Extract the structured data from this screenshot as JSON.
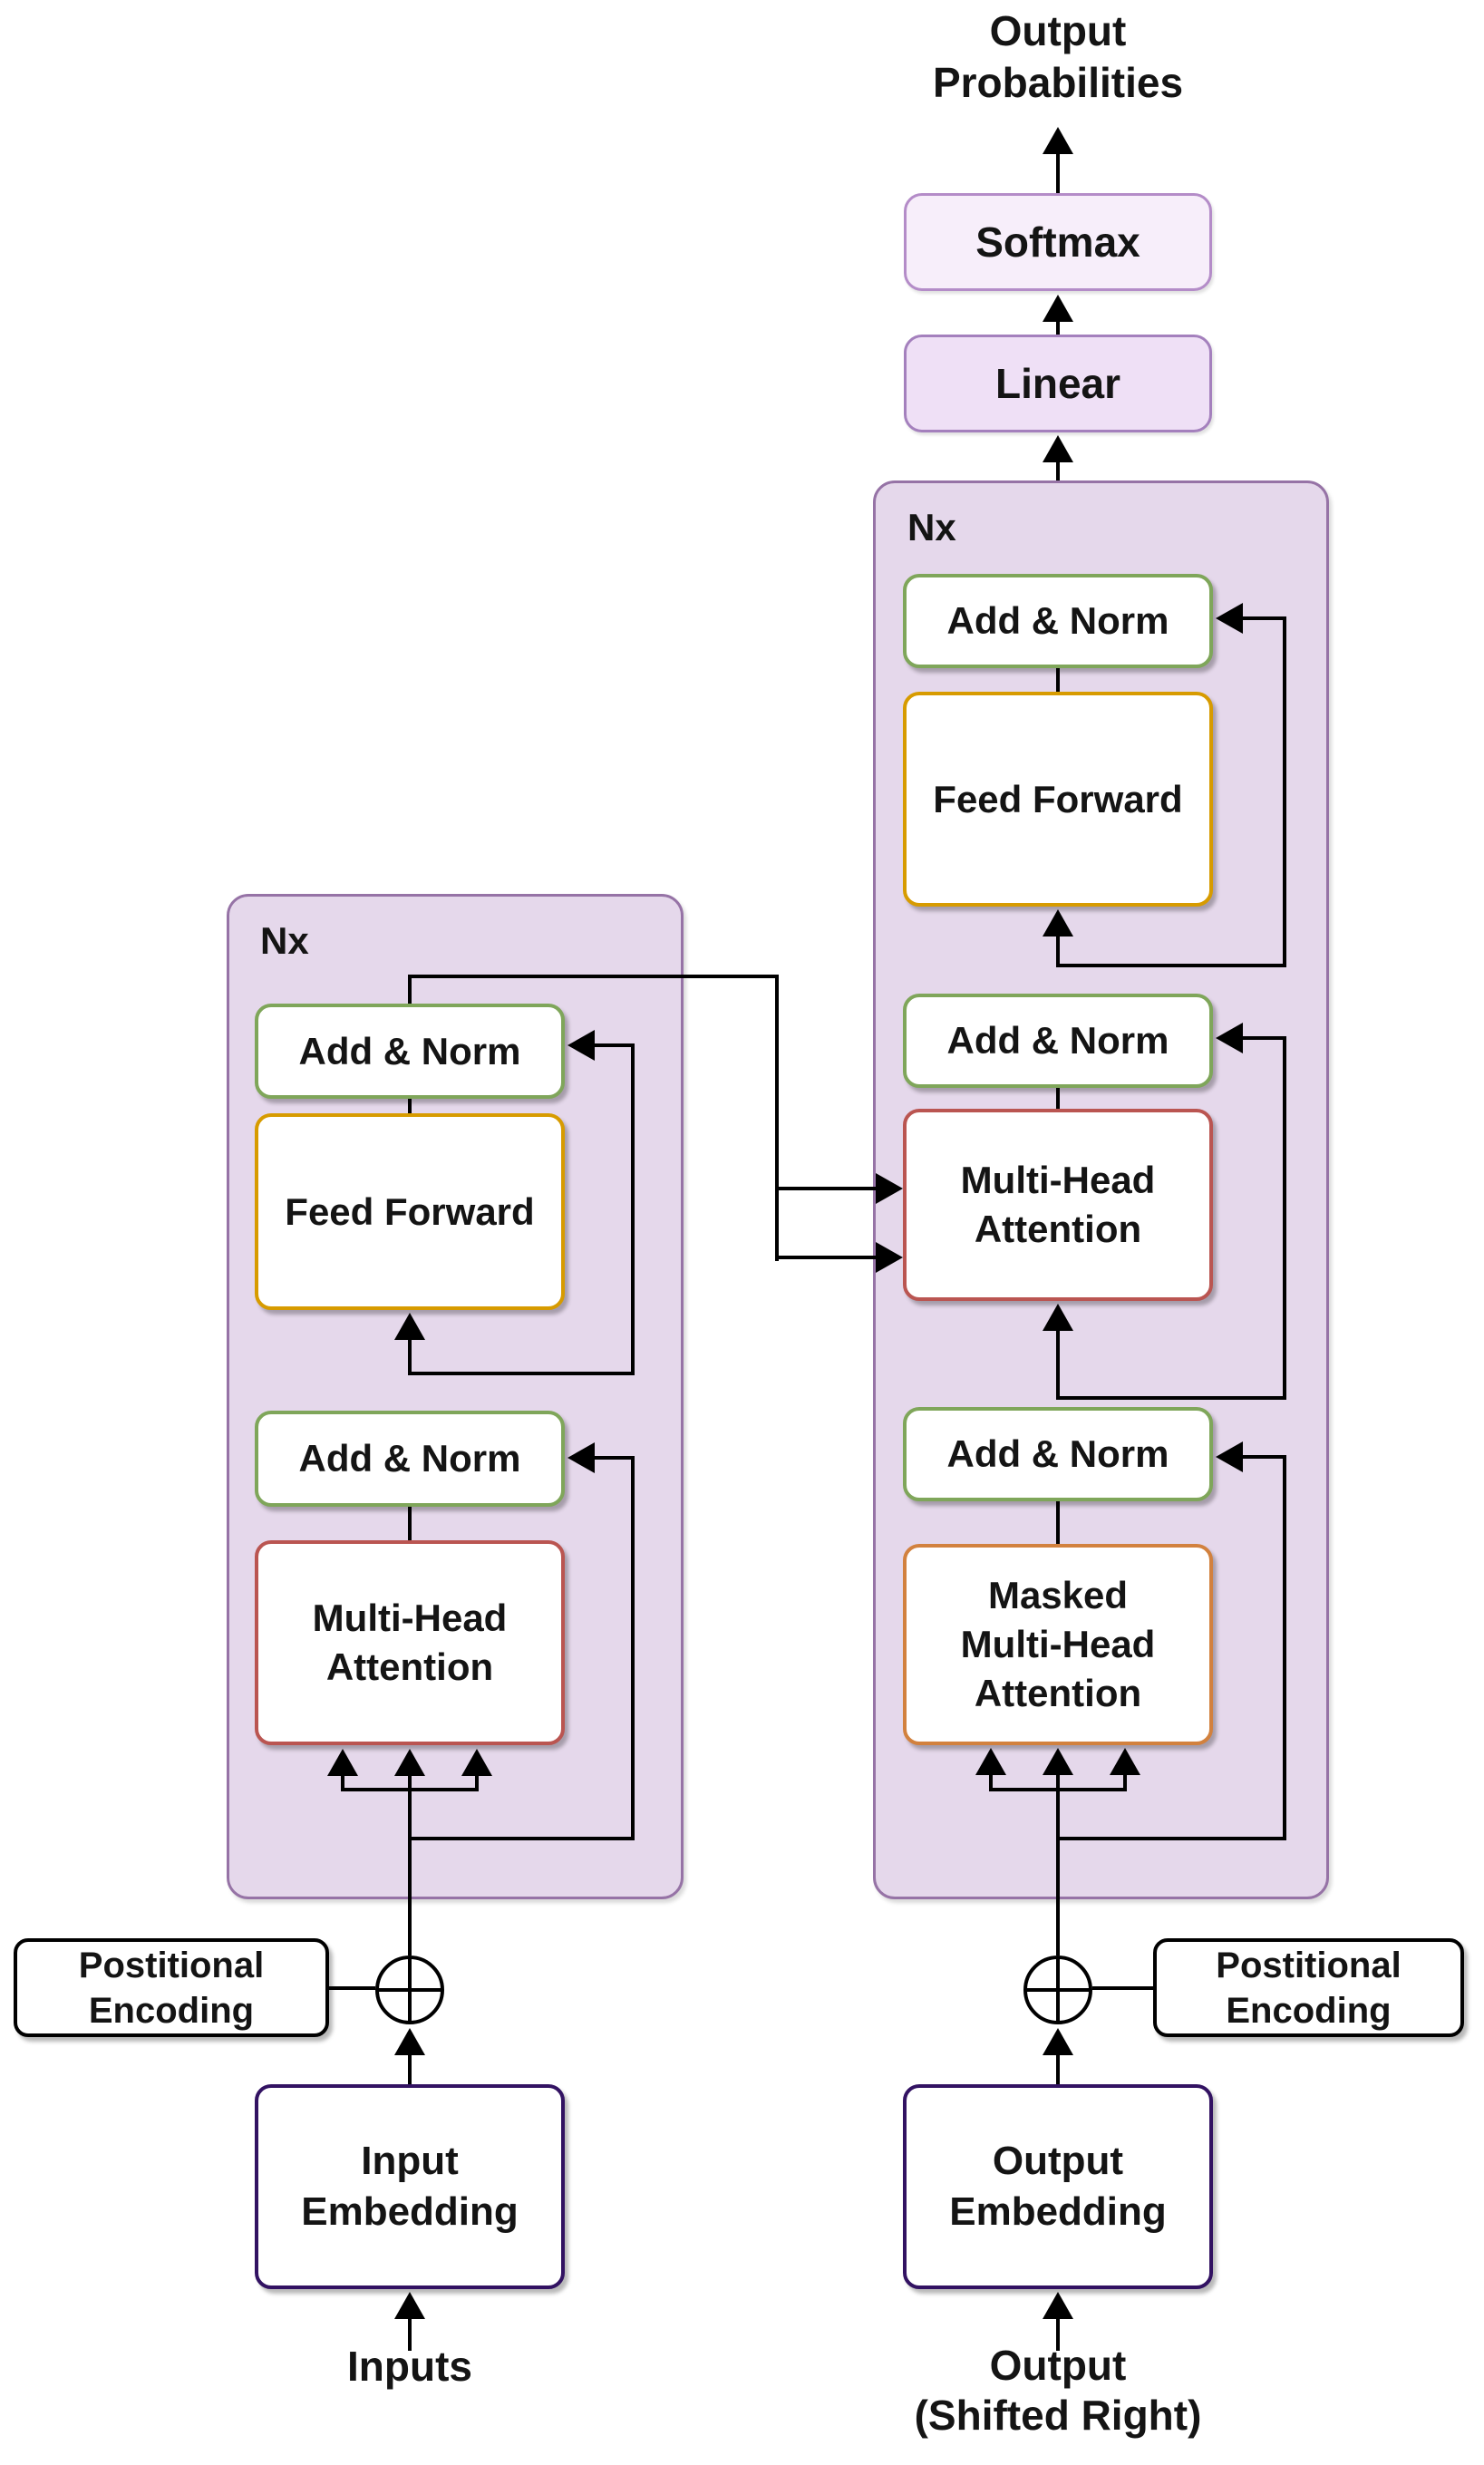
{
  "diagram": {
    "output_probabilities_label": "Output\nProbabilities",
    "softmax_label": "Softmax",
    "linear_label": "Linear",
    "decoder": {
      "nx_label": "Nx",
      "add_norm_top_label": "Add & Norm",
      "feed_forward_label": "Feed Forward",
      "add_norm_middle_label": "Add & Norm",
      "multi_head_attention_label": "Multi-Head\nAttention",
      "add_norm_bottom_label": "Add & Norm",
      "masked_multi_head_attention_label": "Masked\nMulti-Head\nAttention"
    },
    "encoder": {
      "nx_label": "Nx",
      "add_norm_top_label": "Add & Norm",
      "feed_forward_label": "Feed Forward",
      "add_norm_bottom_label": "Add & Norm",
      "multi_head_attention_label": "Multi-Head\nAttention"
    },
    "positional_encoding_left_label": "Postitional\nEncoding",
    "positional_encoding_right_label": "Postitional\nEncoding",
    "input_embedding_label": "Input\nEmbedding",
    "output_embedding_label": "Output\nEmbedding",
    "inputs_label": "Inputs",
    "output_shifted_right_label": "Output\n(Shifted Right)"
  },
  "colors": {
    "container_fill": "#E5D8EB",
    "container_border": "#9673A6",
    "add_norm_border": "#7FA65A",
    "feed_forward_border": "#D79B00",
    "attention_border": "#BA5551",
    "masked_attention_border": "#D2813E",
    "embedding_border": "#321262",
    "softmax_fill": "#F7EEFA",
    "softmax_border": "#B48CC8",
    "linear_fill": "#EFE0F6",
    "linear_border": "#A480BD",
    "line_color": "#000000"
  }
}
